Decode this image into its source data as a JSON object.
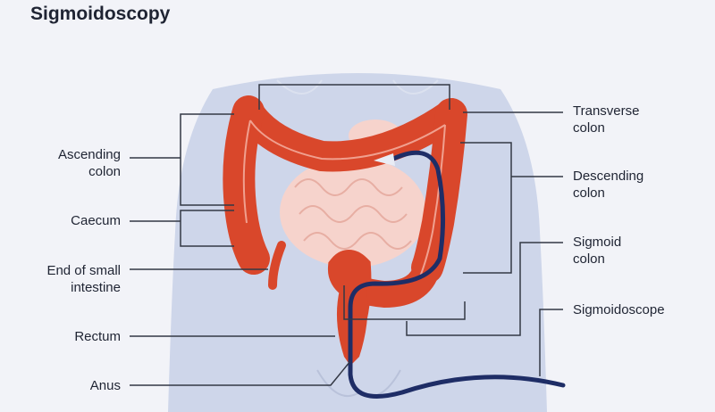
{
  "title": "Sigmoidoscopy",
  "labels": {
    "ascending_colon": [
      "Ascending",
      "colon"
    ],
    "caecum": "Caecum",
    "end_small_intestine": [
      "End of small",
      "intestine"
    ],
    "rectum": "Rectum",
    "anus": "Anus",
    "transverse_colon": [
      "Transverse",
      "colon"
    ],
    "descending_colon": [
      "Descending",
      "colon"
    ],
    "sigmoid_colon": [
      "Sigmoid",
      "colon"
    ],
    "sigmoidoscope": "Sigmoidoscope"
  },
  "colors": {
    "background": "#f2f3f8",
    "body_silhouette": "#ced6ea",
    "colon": "#d9472b",
    "colon_dark": "#b93620",
    "small_intestine": "#f6d3cc",
    "scope": "#1e2d66",
    "leader_line": "#333844"
  }
}
